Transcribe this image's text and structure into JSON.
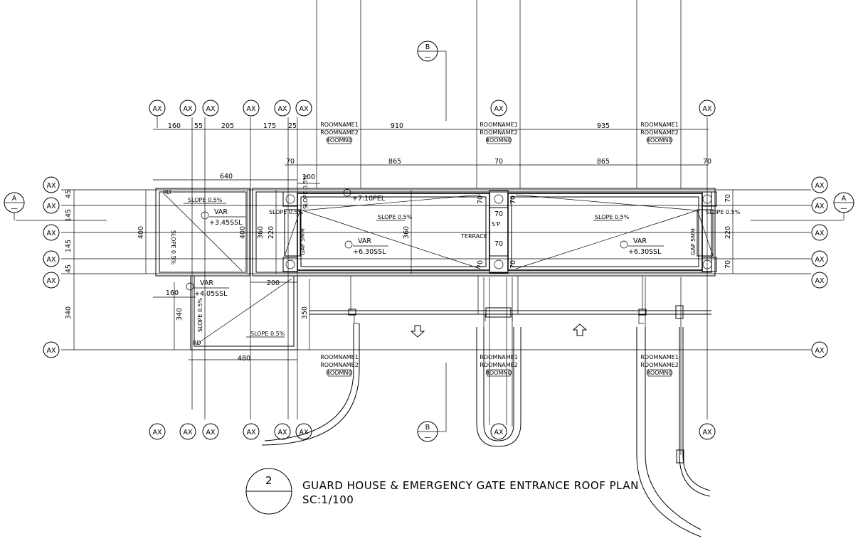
{
  "axis_label": "AX",
  "section_A": {
    "letter": "A",
    "sub": "—"
  },
  "section_B": {
    "letter": "B",
    "sub": "—"
  },
  "top_dims": [
    "160",
    "55",
    "205",
    "175",
    "25",
    "910",
    "935"
  ],
  "second_dims": [
    "70",
    "865",
    "70",
    "865",
    "70"
  ],
  "dim_640": "640",
  "dim_100": "100",
  "left_dims": [
    "45",
    "145",
    "145",
    "45",
    "340"
  ],
  "right_dims": [
    "70",
    "220",
    "70"
  ],
  "inner_dims": {
    "d400a": "400",
    "d400b": "400",
    "d360a": "360",
    "d220": "220",
    "d360b": "360",
    "d160": "160",
    "d200": "200",
    "d340": "340",
    "d350": "350",
    "d480": "480",
    "d70a": "70",
    "d70b": "70",
    "d70c": "70",
    "d70d": "70",
    "d70e": "70",
    "d70f": "70"
  },
  "room_labels": {
    "line1": "ROOMNAME1",
    "line2": "ROOMNAME2",
    "line3": "ROOMNO"
  },
  "slopes": {
    "s05": "SLOPE 0.5%"
  },
  "levels": {
    "var": "VAR",
    "l1": "+3.45SSL",
    "l2": "+6.30SSL",
    "l3": "+6.30SSL",
    "l4": "+4.05SSL",
    "l5": "+7.10PEL"
  },
  "small": {
    "rd": "RD",
    "terrace": "TERRACE",
    "sp": "S'P",
    "gap": "GAP 5MM"
  },
  "title": {
    "number": "2",
    "line1": "GUARD HOUSE & EMERGENCY GATE ENTRANCE ROOF PLAN",
    "line2": "SC:1/100"
  }
}
